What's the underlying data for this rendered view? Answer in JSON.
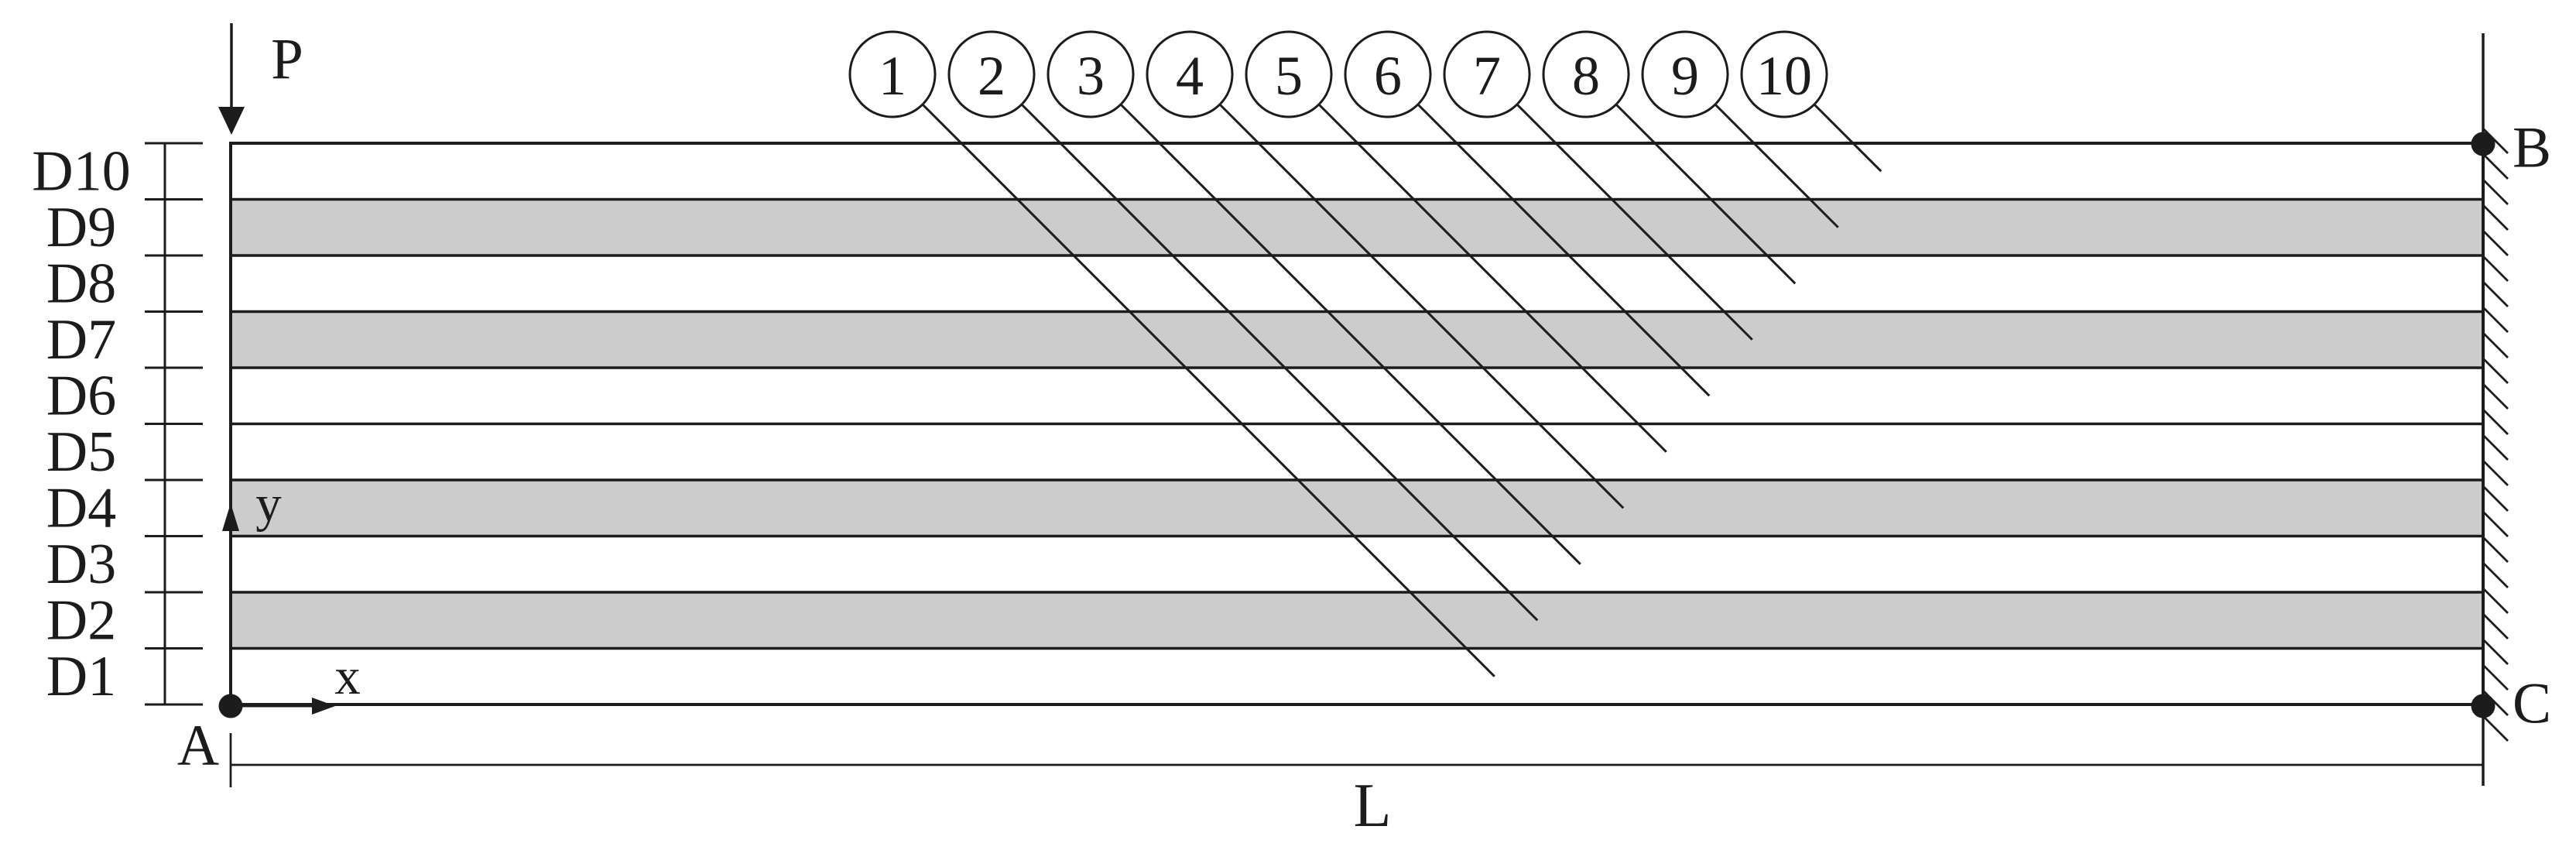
{
  "figure": {
    "description": "laminated cantilever beam cross-section diagram",
    "background_color": "#ffffff",
    "line_color": "#1c1c1c",
    "shaded_layer_fill": "#cccccc",
    "unshaded_layer_fill": "#ffffff"
  },
  "beam": {
    "layers": [
      {
        "label": "D10",
        "shaded": false
      },
      {
        "label": "D9",
        "shaded": true
      },
      {
        "label": "D8",
        "shaded": false
      },
      {
        "label": "D7",
        "shaded": true
      },
      {
        "label": "D6",
        "shaded": false
      },
      {
        "label": "D5",
        "shaded": false
      },
      {
        "label": "D4",
        "shaded": true
      },
      {
        "label": "D3",
        "shaded": false
      },
      {
        "label": "D2",
        "shaded": true
      },
      {
        "label": "D1",
        "shaded": false
      }
    ]
  },
  "callouts": [
    {
      "number": "1",
      "points_to": "D1"
    },
    {
      "number": "2",
      "points_to": "D2"
    },
    {
      "number": "3",
      "points_to": "D3"
    },
    {
      "number": "4",
      "points_to": "D4"
    },
    {
      "number": "5",
      "points_to": "D5"
    },
    {
      "number": "6",
      "points_to": "D6"
    },
    {
      "number": "7",
      "points_to": "D7"
    },
    {
      "number": "8",
      "points_to": "D8"
    },
    {
      "number": "9",
      "points_to": "D9"
    },
    {
      "number": "10",
      "points_to": "D10"
    }
  ],
  "load": {
    "label": "P"
  },
  "axes": {
    "x_label": "x",
    "y_label": "y"
  },
  "points": [
    {
      "id": "A",
      "label": "A",
      "position": "bottom-left origin"
    },
    {
      "id": "B",
      "label": "B",
      "position": "top-right at wall"
    },
    {
      "id": "C",
      "label": "C",
      "position": "bottom-right at wall"
    }
  ],
  "dimension": {
    "label": "L"
  }
}
